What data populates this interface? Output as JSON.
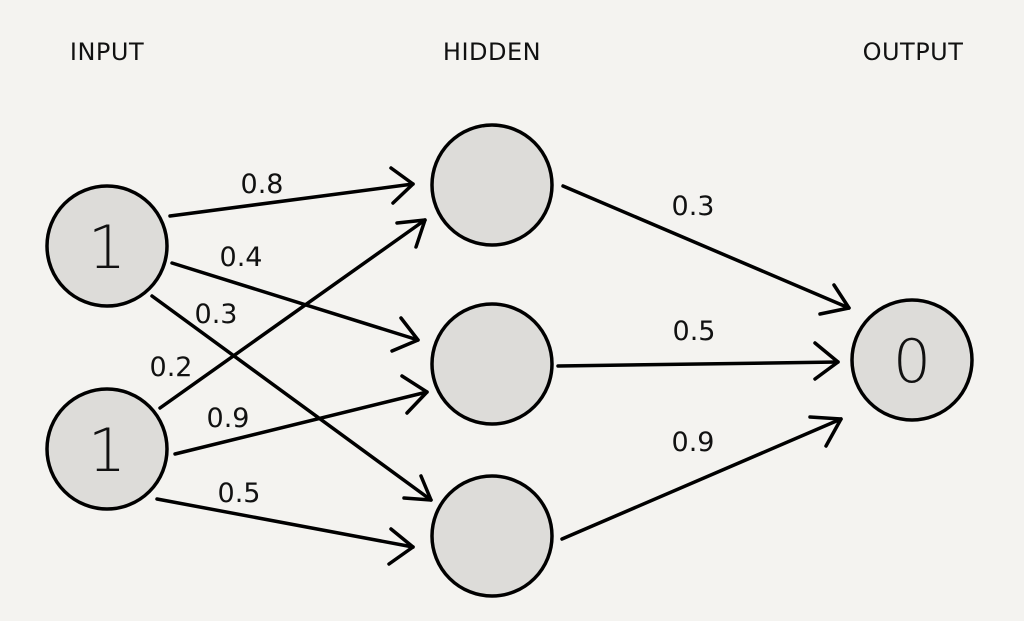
{
  "layers": {
    "input_title": "INPUT",
    "hidden_title": "HIDDEN",
    "output_title": "OUTPUT"
  },
  "nodes": {
    "input_1": "1",
    "input_2": "1",
    "hidden_1": "",
    "hidden_2": "",
    "hidden_3": "",
    "output_1": "0"
  },
  "weights": {
    "in1_h1": "0.8",
    "in1_h2": "0.4",
    "in1_h3": "0.3",
    "in2_h1": "0.2",
    "in2_h2": "0.9",
    "in2_h3": "0.5",
    "h1_out": "0.3",
    "h2_out": "0.5",
    "h3_out": "0.9"
  },
  "colors": {
    "background": "#f4f3f0",
    "node_fill": "#dddcd9",
    "stroke": "#000000"
  }
}
